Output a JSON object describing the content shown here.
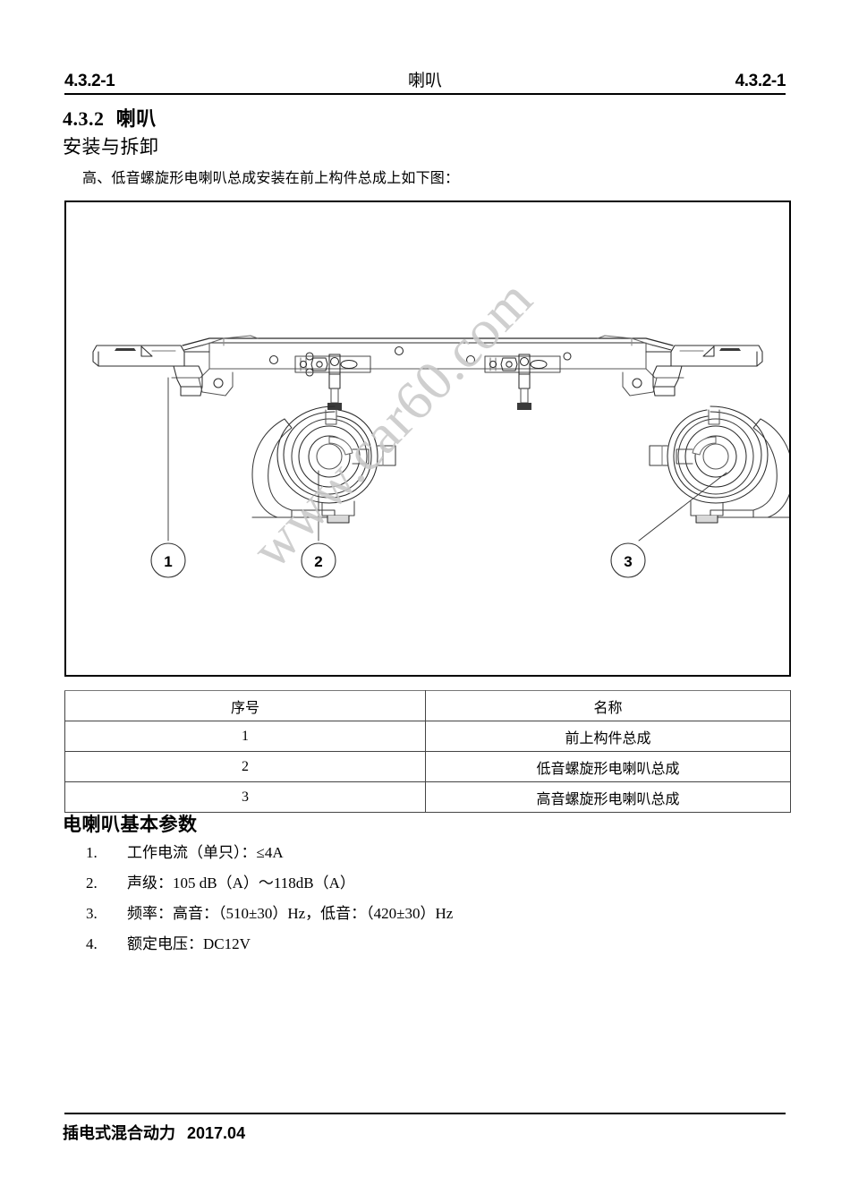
{
  "header": {
    "left_code": "4.3.2-1",
    "center_title": "喇叭",
    "right_code": "4.3.2-1"
  },
  "section": {
    "number": "4.3.2",
    "title": "喇叭",
    "subtitle": "安装与拆卸",
    "intro": "高、低音螺旋形电喇叭总成安装在前上构件总成上如下图："
  },
  "figure": {
    "watermark": "www.car60.com",
    "callouts": [
      {
        "label": "1",
        "target": "前上构件总成"
      },
      {
        "label": "2",
        "target": "低音螺旋形电喇叭总成"
      },
      {
        "label": "3",
        "target": "高音螺旋形电喇叭总成"
      }
    ]
  },
  "parts_table": {
    "headers": [
      "序号",
      "名称"
    ],
    "rows": [
      {
        "no": "1",
        "name": "前上构件总成"
      },
      {
        "no": "2",
        "name": "低音螺旋形电喇叭总成"
      },
      {
        "no": "3",
        "name": "高音螺旋形电喇叭总成"
      }
    ]
  },
  "params": {
    "title": "电喇叭基本参数",
    "items": [
      {
        "num": "1.",
        "text": "工作电流（单只）：≤4A"
      },
      {
        "num": "2.",
        "text": "声级：105 dB（A）～118dB（A）"
      },
      {
        "num": "3.",
        "text": "频率：高音：（510±30）Hz，低音：（420±30）Hz"
      },
      {
        "num": "4.",
        "text": "额定电压：DC12V"
      }
    ]
  },
  "footer": {
    "label": "插电式混合动力",
    "date": "2017.04"
  }
}
